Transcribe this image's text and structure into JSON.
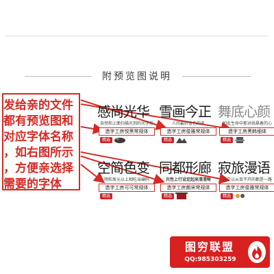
{
  "header": {
    "title": "附预览图说明"
  },
  "note": {
    "text": "发给亲的文件\n都有预览图和\n对应字体名称\n，如右图所示\n，方便亲选择\n需要的字体"
  },
  "samples": [
    {
      "title": "感尚光华",
      "subtitle": "自然和上面扫描光到的光学形",
      "label": "造字工房悦黑常规体",
      "seal": "精选"
    },
    {
      "title": "雪画今正",
      "subtitle": "人间最好金色的天",
      "label": "造字工房俊雅常规体",
      "seal": "精选"
    },
    {
      "title": "舞底心颜",
      "subtitle": "如此生命中那对线悬着的心",
      "label": "造字工房黑韩细体",
      "seal": "精选"
    },
    {
      "title": "空简色变",
      "subtitle": "明和发元以上相吃当编码",
      "label": "造字工房可可常规体",
      "seal": "精选"
    },
    {
      "title": "同都形廊",
      "subtitle": "光性上行设定起来清清晰",
      "label": "造字工房朗宋常规体",
      "seal": "精选"
    },
    {
      "title": "寂旅漫语",
      "subtitle": "古交以从目不开的都是一路",
      "label": "造字工房俊雅常规体",
      "seal": "精选"
    }
  ],
  "badge": {
    "title": "图穷联盟",
    "qq": "QQ:985303259"
  },
  "colors": {
    "accent": "#d42b24",
    "badge": "#d8201f"
  },
  "icons": {
    "badge": "flame-icon"
  }
}
